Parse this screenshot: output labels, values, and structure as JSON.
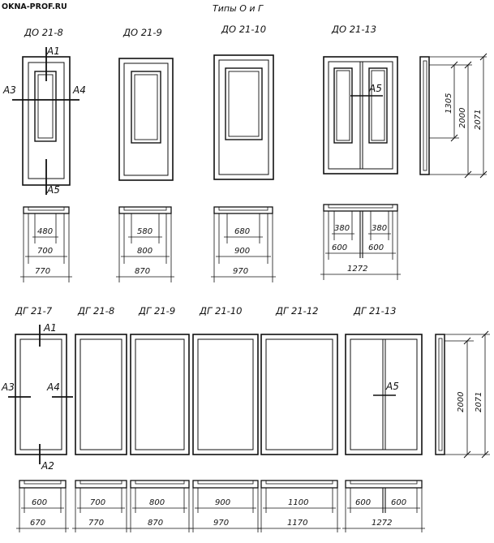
{
  "watermark": "OKNA-PROF.RU",
  "title": "Типы  О и Г",
  "sections": {
    "glazed": {
      "doors": [
        {
          "label": "ДО 21-8",
          "widths": [
            "480",
            "700",
            "770"
          ]
        },
        {
          "label": "ДО 21-9",
          "widths": [
            "580",
            "800",
            "870"
          ]
        },
        {
          "label": "ДО 21-10",
          "widths": [
            "680",
            "900",
            "970"
          ]
        },
        {
          "label": "ДО 21-13",
          "widths": [
            "380",
            "380",
            "600",
            "600",
            "1272"
          ]
        }
      ],
      "marks": [
        "А1",
        "А3",
        "А4",
        "А5",
        "А5"
      ],
      "heights": [
        "1305",
        "2000",
        "2071"
      ]
    },
    "solid": {
      "doors": [
        {
          "label": "ДГ 21-7",
          "widths": [
            "600",
            "670"
          ]
        },
        {
          "label": "ДГ 21-8",
          "widths": [
            "700",
            "770"
          ]
        },
        {
          "label": "ДГ 21-9",
          "widths": [
            "800",
            "870"
          ]
        },
        {
          "label": "ДГ 21-10",
          "widths": [
            "900",
            "970"
          ]
        },
        {
          "label": "ДГ 21-12",
          "widths": [
            "1100",
            "1170"
          ]
        },
        {
          "label": "ДГ 21-13",
          "widths": [
            "600",
            "600",
            "1272"
          ]
        }
      ],
      "marks": [
        "А1",
        "А3",
        "А4",
        "А2",
        "А5"
      ],
      "heights": [
        "2000",
        "2071"
      ]
    }
  }
}
